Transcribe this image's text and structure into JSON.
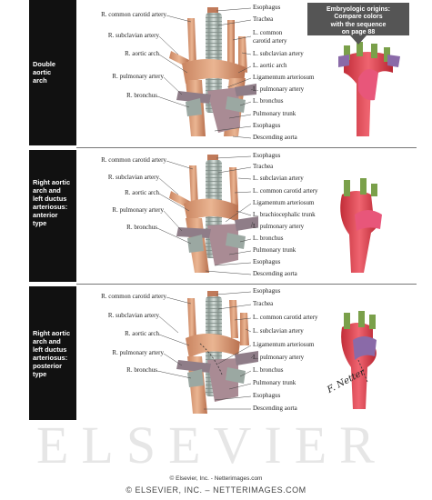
{
  "callout": {
    "line1": "Embryologic origins:",
    "line2": "Compare colors",
    "line3": "with the sequence",
    "line4": "on page 88"
  },
  "panels": [
    {
      "side_label": [
        "Double",
        "aortic",
        "arch"
      ],
      "left_labels": [
        "R. common carotid artery",
        "R. subclavian artery",
        "R. aortic arch",
        "R. pulmonary artery",
        "R. bronchus"
      ],
      "right_labels": [
        "Esophagus",
        "Trachea",
        "L. common",
        "carotid artery",
        "L. subclavian artery",
        "L. aortic arch",
        "Ligamentum arteriosum",
        "L. pulmonary artery",
        "L. bronchus",
        "Pulmonary trunk",
        "Esophagus",
        "Descending aorta"
      ]
    },
    {
      "side_label": [
        "Right aortic",
        "arch and",
        "left ductus",
        "arteriosus:",
        "anterior",
        "type"
      ],
      "left_labels": [
        "R. common carotid artery",
        "R. subclavian artery",
        "R. aortic arch",
        "R. pulmonary artery",
        "R. bronchus"
      ],
      "right_labels": [
        "Esophagus",
        "Trachea",
        "L. subclavian artery",
        "L. common carotid artery",
        "Ligamentum arteriosum",
        "L. brachiocephalic trunk",
        "L. pulmonary artery",
        "L. bronchus",
        "Pulmonary trunk",
        "Esophagus",
        "Descending aorta"
      ]
    },
    {
      "side_label": [
        "Right aortic",
        "arch and",
        "left ductus",
        "arteriosus:",
        "posterior",
        "type"
      ],
      "left_labels": [
        "R. common carotid artery",
        "R. subclavian artery",
        "R. aortic arch",
        "R. pulmonary artery",
        "R. bronchus"
      ],
      "right_labels": [
        "Esophagus",
        "Trachea",
        "L. common carotid artery",
        "L. subclavian artery",
        "Ligamentum arteriosum",
        "L. pulmonary artery",
        "L. bronchus",
        "Pulmonary trunk",
        "Esophagus",
        "Descending aorta"
      ]
    }
  ],
  "watermark": "ELSEVIER",
  "signature": "F. Netter",
  "footer": {
    "small": "© Elsevier, Inc. - Netterimages.com",
    "large": "© ELSEVIER, INC. – NETTERIMAGES.COM"
  },
  "colors": {
    "aorta": "#e0a27a",
    "trachea": "#b9c5c0",
    "embryo_red": "#d8353f",
    "embryo_pink": "#e8567a",
    "embryo_green": "#7aa04a",
    "embryo_purple": "#8a6aa8"
  }
}
